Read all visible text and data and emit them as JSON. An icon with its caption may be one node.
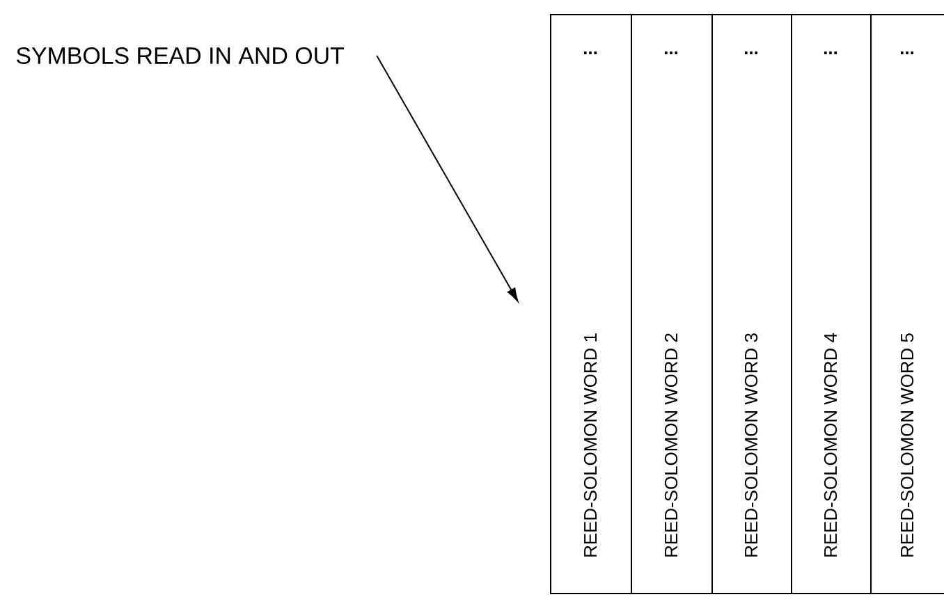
{
  "diagram": {
    "nodes": [
      {
        "text": [
          "SYMBOLS READ IN AND OUT"
        ]
      },
      {
        "text": [
          "...",
          "REED-SOLOMON WORD 1"
        ]
      },
      {
        "text": [
          "...",
          "REED-SOLOMON WORD 2"
        ]
      },
      {
        "text": [
          "...",
          "REED-SOLOMON WORD 3"
        ]
      },
      {
        "text": [
          "...",
          "REED-SOLOMON WORD 4"
        ]
      },
      {
        "text": [
          "...",
          "REED-SOLOMON WORD 5"
        ]
      }
    ],
    "edges": [
      {
        "from": 0,
        "to": 1,
        "arrow": "to"
      }
    ]
  }
}
